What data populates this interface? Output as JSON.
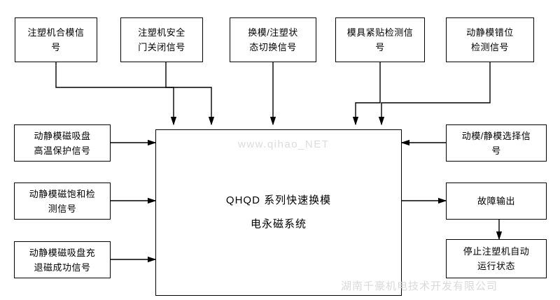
{
  "diagram": {
    "top_boxes": [
      {
        "label": "注塑机合模信\n号"
      },
      {
        "label": "注塑机安全\n门关闭信号"
      },
      {
        "label": "换模/注塑状\n态切换信号"
      },
      {
        "label": "模具紧贴检测信\n号"
      },
      {
        "label": "动静模错位\n检测信号"
      }
    ],
    "left_boxes": [
      {
        "label": "动静模磁吸盘\n高温保护信号"
      },
      {
        "label": "动静模磁饱和检\n测信号"
      },
      {
        "label": "动静模磁吸盘充\n退磁成功信号"
      }
    ],
    "right_boxes": [
      {
        "label": "动模/静模选择信\n号"
      },
      {
        "label": "故障输出"
      },
      {
        "label": "停止注塑机自动\n运行状态"
      }
    ],
    "center_box": {
      "label": "QHQD 系列快速换模\n电永磁系统"
    },
    "watermarks": {
      "center": "www.qihao_NET",
      "bottom": "湖南千豪机电技术开发有限公司"
    }
  }
}
